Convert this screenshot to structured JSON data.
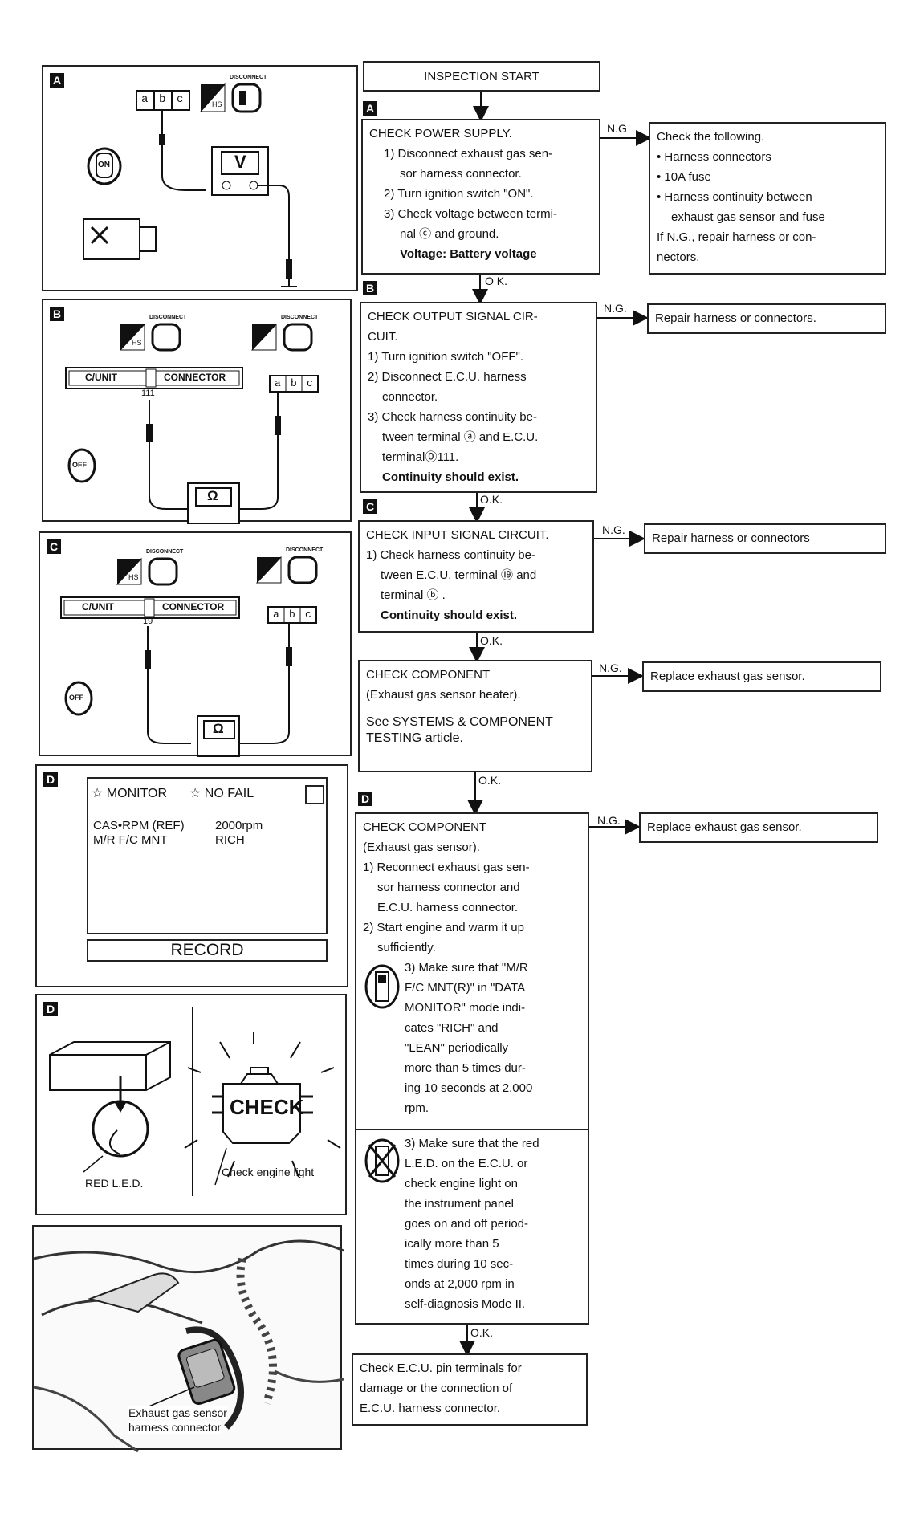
{
  "flow": {
    "start": "INSPECTION START",
    "ok": "O.K.",
    "ok_alt": "O K.",
    "ng": "N.G.",
    "ng_alt": "N.G",
    "step1": {
      "tag": "A",
      "title": "CHECK POWER SUPPLY.",
      "l1a": "1) Disconnect exhaust gas sen-",
      "l1b": "sor harness connector.",
      "l2": "2) Turn ignition switch \"ON\".",
      "l3a": "3) Check voltage between termi-",
      "l3b": "nal ⓒ and ground.",
      "result": "Voltage: Battery voltage"
    },
    "step1_ng": {
      "title": "Check the following.",
      "b1": "• Harness connectors",
      "b2": "• 10A fuse",
      "b3a": "• Harness continuity between",
      "b3b": "exhaust gas sensor and fuse",
      "b4a": "If N.G., repair harness or con-",
      "b4b": "nectors."
    },
    "step2": {
      "tag": "B",
      "title1": "CHECK OUTPUT SIGNAL CIR-",
      "title2": "CUIT.",
      "l1": "1) Turn ignition switch \"OFF\".",
      "l2a": "2) Disconnect E.C.U. harness",
      "l2b": "connector.",
      "l3a": "3) Check harness continuity be-",
      "l3b": "tween terminal ⓐ and E.C.U.",
      "l3c": "terminal⓪111.",
      "result": "Continuity should exist."
    },
    "step2_ng": "Repair harness or connectors.",
    "step3": {
      "tag": "C",
      "title": "CHECK INPUT SIGNAL CIRCUIT.",
      "l1a": "1) Check harness continuity be-",
      "l1b": "tween E.C.U. terminal ⑲ and",
      "l1c": "terminal ⓑ .",
      "result": "Continuity should exist."
    },
    "step3_ng": "Repair harness or connectors",
    "step4": {
      "title": "CHECK COMPONENT",
      "sub": "(Exhaust gas sensor heater).",
      "see1": "See SYSTEMS & COMPONENT",
      "see2": "TESTING article."
    },
    "step4_ng": "Replace exhaust gas sensor.",
    "step5": {
      "tag": "D",
      "title": "CHECK COMPONENT",
      "sub": "(Exhaust gas sensor).",
      "l1a": "1) Reconnect exhaust gas sen-",
      "l1b": "sor harness connector and",
      "l1c": "E.C.U. harness connector.",
      "l2a": "2) Start engine and warm it up",
      "l2b": "sufficiently.",
      "l3": [
        "3) Make sure that \"M/R",
        "F/C MNT(R)\" in \"DATA",
        "MONITOR\" mode indi-",
        "cates \"RICH\" and",
        "\"LEAN\" periodically",
        "more than 5 times dur-",
        "ing 10 seconds at 2,000",
        "rpm."
      ],
      "l4": [
        "3) Make sure that the red",
        "L.E.D. on the E.C.U. or",
        "check engine light on",
        "the instrument panel",
        "goes on and off period-",
        "ically more than 5",
        "times during 10 sec-",
        "onds at 2,000 rpm in",
        "self-diagnosis Mode II."
      ]
    },
    "step5_ng": "Replace exhaust gas sensor.",
    "final": [
      "Check E.C.U. pin terminals for",
      "damage or the connection of",
      "E.C.U. harness connector."
    ]
  },
  "figures": {
    "a_tag": "A",
    "b_tag": "B",
    "c_tag": "C",
    "d_tag": "D",
    "d2_tag": "D",
    "connector_letters": [
      "a",
      "b",
      "c"
    ],
    "hs": "HS",
    "on": "ON",
    "off": "OFF",
    "volt": "V",
    "ohm": "Ω",
    "disconnect": "DISCONNECT",
    "cunit": "C/UNIT",
    "connector": "CONNECTOR",
    "pin_111": "111",
    "pin_19": "19",
    "monitor": {
      "header1": "☆ MONITOR",
      "header2": "☆ NO FAIL",
      "row1_label": "CAS•RPM (REF)",
      "row1_value": "2000rpm",
      "row2_label": "M/R F/C MNT",
      "row2_value": "RICH",
      "record": "RECORD"
    },
    "red_led": "RED L.E.D.",
    "check": "CHECK",
    "check_light": "Check engine light",
    "harness_label1": "Exhaust gas sensor",
    "harness_label2": "harness connector"
  }
}
